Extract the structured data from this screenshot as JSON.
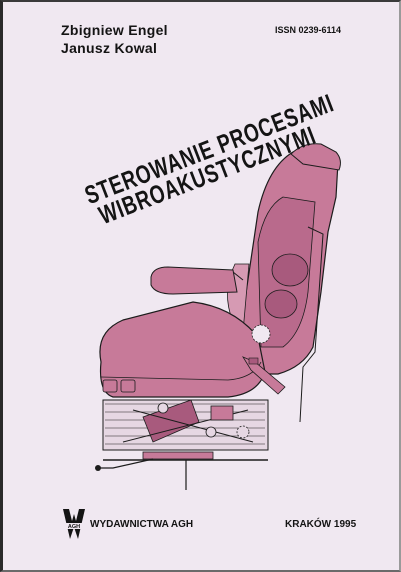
{
  "authors": [
    "Zbigniew Engel",
    "Janusz Kowal"
  ],
  "issn": "ISSN  0239-6114",
  "title": [
    "STEROWANIE PROCESAMI",
    "WIBROAKUSTYCZNYMI"
  ],
  "publisher": "WYDAWNICTWA AGH",
  "city_year": "KRAKÓW 1995",
  "logo_letters": "AGH",
  "colors": {
    "background": "#f0e8f1",
    "seat_fill": "#c77a99",
    "seat_dark": "#a85a7d",
    "line": "#1c1c1c"
  }
}
